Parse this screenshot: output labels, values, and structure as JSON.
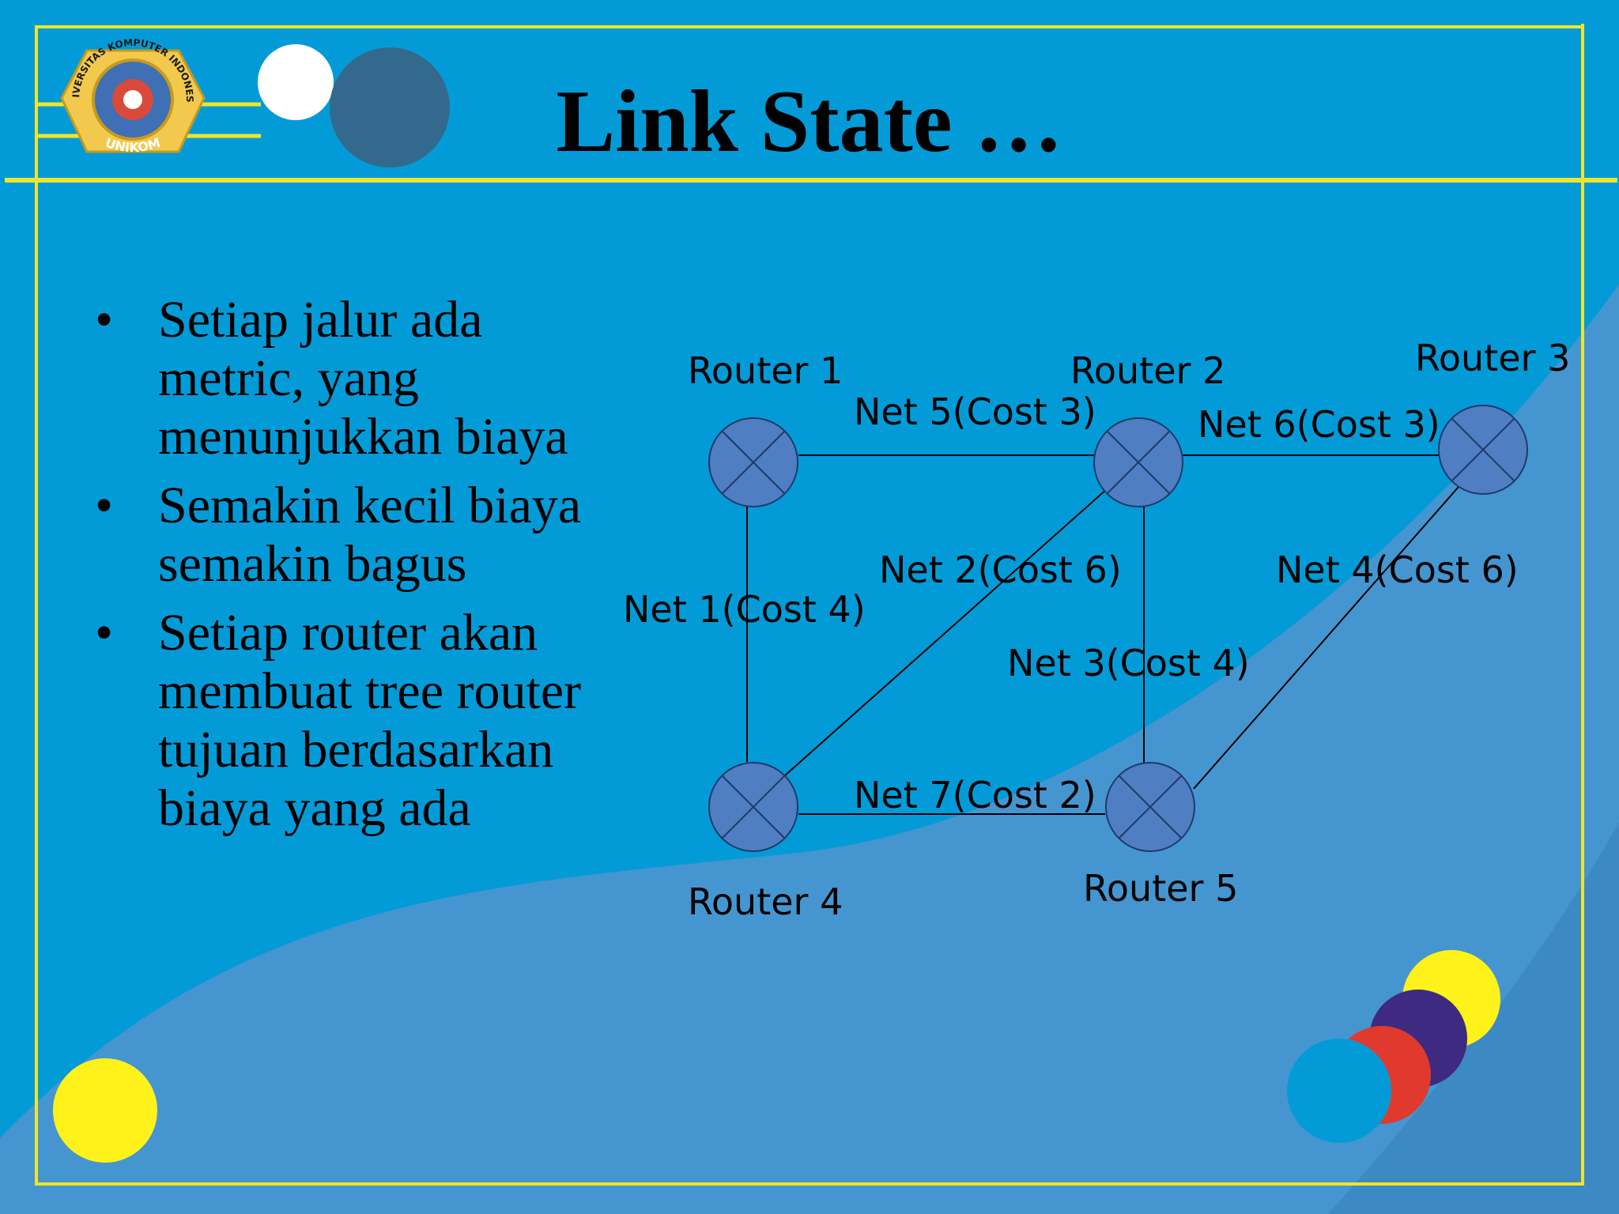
{
  "slide": {
    "title": "Link State …",
    "bullets": [
      "Setiap jalur ada metric, yang menunjukkan biaya",
      "Semakin kecil biaya semakin bagus",
      "Setiap router akan membuat tree router tujuan berdasarkan biaya yang ada"
    ],
    "bullet_symbol": "•"
  },
  "logo": {
    "top_text": "UNIVERSITAS KOMPUTER INDONESIA",
    "bottom_text": "UNIKOM"
  },
  "diagram": {
    "routers": [
      {
        "id": "r1",
        "label": "Router 1"
      },
      {
        "id": "r2",
        "label": "Router 2"
      },
      {
        "id": "r3",
        "label": "Router 3"
      },
      {
        "id": "r4",
        "label": "Router 4"
      },
      {
        "id": "r5",
        "label": "Router 5"
      }
    ],
    "links": [
      {
        "id": "net5",
        "from": "r1",
        "to": "r2",
        "label": "Net 5(Cost 3)"
      },
      {
        "id": "net6",
        "from": "r2",
        "to": "r3",
        "label": "Net 6(Cost 3)"
      },
      {
        "id": "net1",
        "from": "r1",
        "to": "r4",
        "label": "Net 1(Cost 4)"
      },
      {
        "id": "net2",
        "from": "r2",
        "to": "r4",
        "label": "Net 2(Cost 6)"
      },
      {
        "id": "net3",
        "from": "r2",
        "to": "r5",
        "label": "Net 3(Cost 4)"
      },
      {
        "id": "net4",
        "from": "r3",
        "to": "r5",
        "label": "Net 4(Cost 6)"
      },
      {
        "id": "net7",
        "from": "r4",
        "to": "r5",
        "label": "Net 7(Cost 2)"
      }
    ]
  },
  "colors": {
    "background": "#039bd7",
    "frame": "#f0e52a",
    "router_fill": "#4f7fc2",
    "accent_red": "#e03a2e",
    "accent_purple": "#3e2a80",
    "accent_yellow": "#fff21a"
  }
}
